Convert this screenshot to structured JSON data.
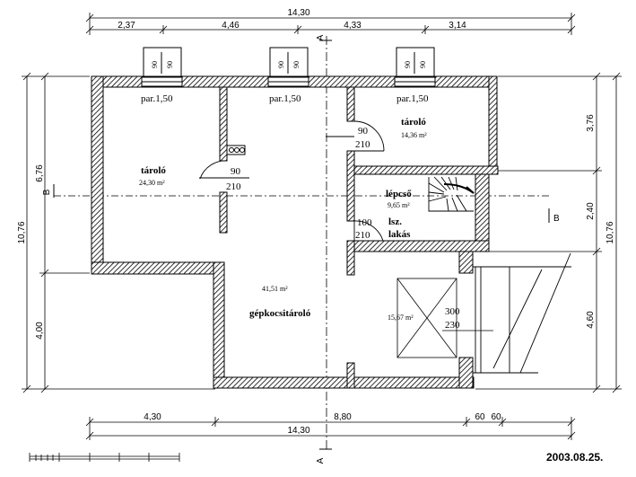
{
  "dimensions": {
    "top_total": "14,30",
    "top_segments": [
      "2,37",
      "4,46",
      "4,33",
      "3,14"
    ],
    "bottom_segments": [
      "4,30",
      "8,80",
      "60",
      "60"
    ],
    "bottom_total": "14,30",
    "left_total": "10,76",
    "left_upper": "6,76",
    "left_lower": "4,00",
    "right_total": "10,76",
    "right_upper": "3,76",
    "right_middle": "2,40",
    "right_lower": "4,60"
  },
  "openings": {
    "chimney_label": "90",
    "window_sill": "par.1,50",
    "door_width_90": "90",
    "door_height_210": "210",
    "door_width_100": "100",
    "skylight_width": "300",
    "skylight_length": "230"
  },
  "rooms": [
    {
      "name": "tároló",
      "area": "24,30 m²"
    },
    {
      "name": "tároló",
      "area": "14,36 m²"
    },
    {
      "name": "lépcső",
      "area": "9,65 m²"
    },
    {
      "name": "lsz.",
      "area": ""
    },
    {
      "name": "lakás",
      "area": ""
    },
    {
      "name": "gépkocsitároló",
      "area": "41,51 m²"
    },
    {
      "name": "",
      "area": "15,67 m²"
    }
  ],
  "sections": {
    "a_top": "A",
    "a_bottom": "A",
    "b_left": "B",
    "b_right": "B"
  },
  "date": "2003.08.25.",
  "colors": {
    "line": "#000000",
    "wall_hatch": "#000000",
    "background": "#ffffff"
  }
}
